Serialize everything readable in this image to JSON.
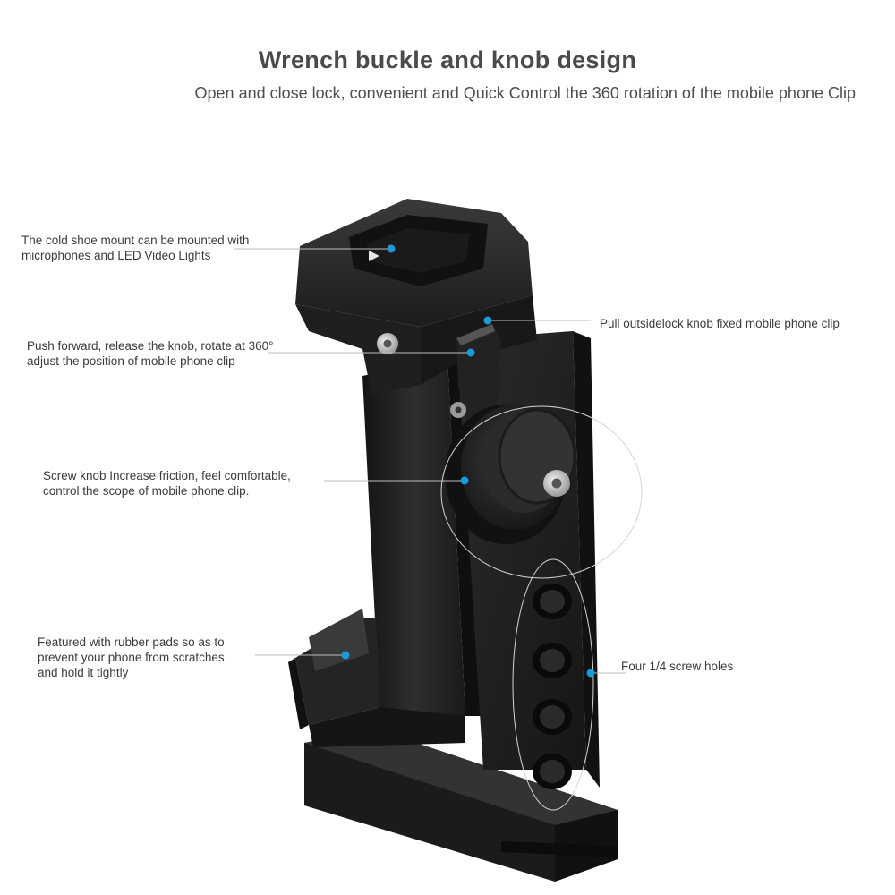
{
  "header": {
    "title": "Wrench buckle and knob design",
    "subtitle": "Open and close lock, convenient and Quick Control the 360 rotation of the mobile phone Clip"
  },
  "callouts": {
    "cold_shoe": {
      "line1": "The cold shoe mount can be mounted with",
      "line2": "microphones and LED Video Lights"
    },
    "push_forward": {
      "line1": "Push forward, release the knob, rotate at 360°",
      "line2": "adjust the position of mobile phone clip"
    },
    "lock_knob": {
      "line1": "Pull outsidelock knob fixed mobile phone clip"
    },
    "screw_knob": {
      "line1": "Screw knob Increase friction, feel comfortable,",
      "line2": "control the scope of mobile phone clip."
    },
    "rubber_pads": {
      "line1": "Featured with rubber pads so as to",
      "line2": "prevent your phone from scratches",
      "line3": "and hold it tightly"
    },
    "screw_holes": {
      "line1": "Four 1/4 screw holes"
    }
  },
  "colors": {
    "accent_dot": "#1a9ad9",
    "leader_line": "#bdbdbd",
    "metal_dark": "#1e1e1e",
    "metal_mid": "#2c2c2c",
    "metal_light": "#444444",
    "text": "#3c3c3c"
  }
}
